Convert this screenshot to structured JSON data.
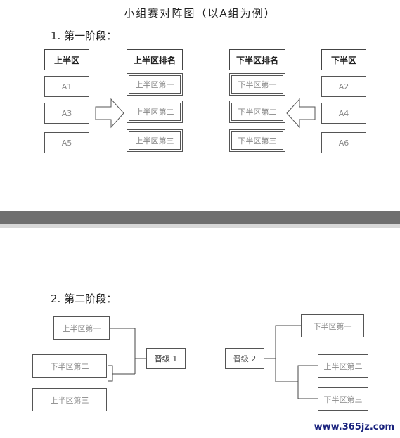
{
  "title": "小组赛对阵图（以A组为例）",
  "stage1": {
    "heading": "1.  第一阶段：",
    "left_header": "上半区",
    "left_rank_header": "上半区排名",
    "right_rank_header": "下半区排名",
    "right_header": "下半区",
    "left_teams": [
      "A1",
      "A3",
      "A5"
    ],
    "left_ranks": [
      "上半区第一",
      "上半区第二",
      "上半区第三"
    ],
    "right_ranks": [
      "下半区第一",
      "下半区第二",
      "下半区第三"
    ],
    "right_teams": [
      "A2",
      "A4",
      "A6"
    ]
  },
  "stage2": {
    "heading": "2.  第二阶段：",
    "left_first": "上半区第一",
    "left_second": "下半区第二",
    "left_third": "上半区第三",
    "left_advance": "晋级 1",
    "right_advance": "晋级 2",
    "right_first": "下半区第一",
    "right_second": "上半区第二",
    "right_third": "下半区第三"
  },
  "watermark": "www.365jz.com"
}
